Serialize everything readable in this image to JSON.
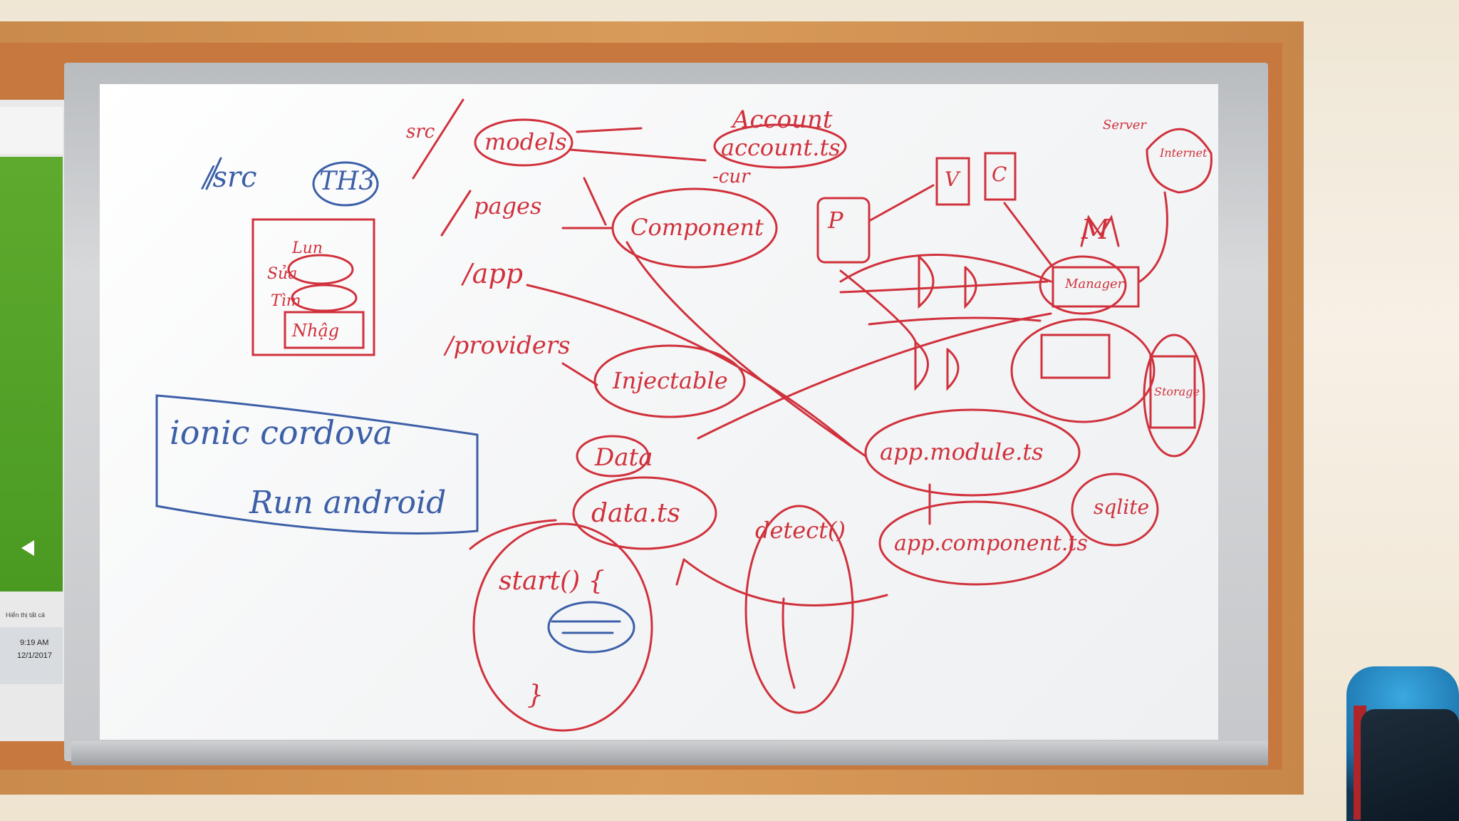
{
  "colors": {
    "red_marker": "#d0313c",
    "blue_marker": "#3c5fa8"
  },
  "monitor": {
    "taskbar_time": "9:19 AM",
    "taskbar_date": "12/1/2017",
    "hint_text": "Hiển thị tất cả"
  },
  "whiteboard": {
    "blue": {
      "src_label": "/src",
      "th3_label": "TH3",
      "ionic_cordova": "ionic cordova",
      "run_android": "Run android"
    },
    "red": {
      "src_small": "src",
      "models": "models",
      "pages": "pages",
      "app": "/app",
      "providers": "/providers",
      "account_title": "Account",
      "account_ts": "account.ts",
      "account_sub": "-cur",
      "component": "Component",
      "injectable": "Injectable",
      "data_title": "Data",
      "data_ts": "data.ts",
      "start_fn": "start() {",
      "start_close": "}",
      "detect_fn": "detect()",
      "app_module": "app.module.ts",
      "app_component": "app.component.ts",
      "sqlite": "sqlite",
      "p_box": "P",
      "v_box": "V",
      "c_box": "C",
      "m_label": "M",
      "manager": "Manager",
      "server": "Server",
      "internet": "Internet",
      "storage": "Storage",
      "list_items": [
        "Lun",
        "Sửa",
        "Tìm",
        "Nhậg"
      ]
    }
  }
}
